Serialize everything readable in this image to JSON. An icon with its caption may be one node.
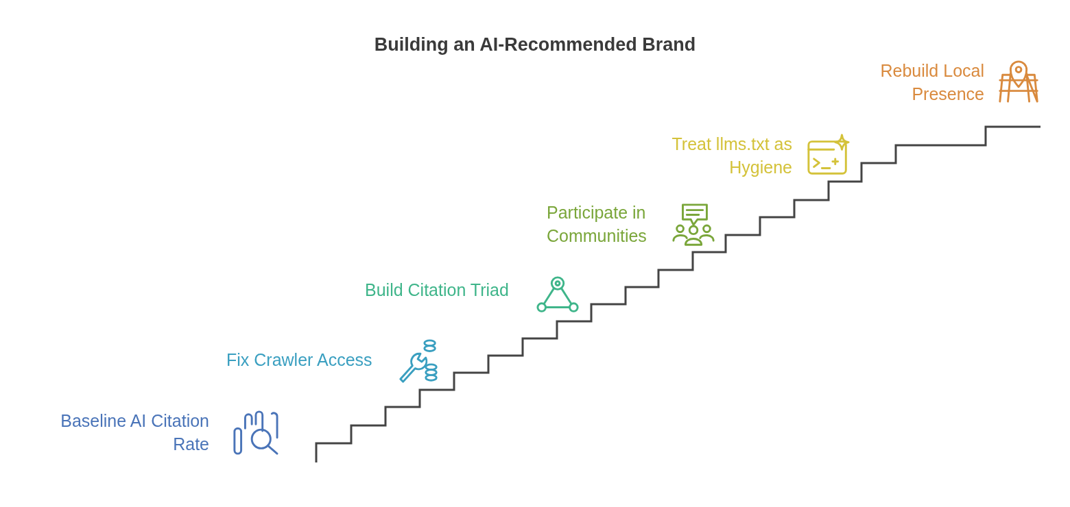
{
  "diagram": {
    "title": "Building an AI-Recommended Brand",
    "labels": [
      "Rebuild Local Presence",
      "Treat llms.txt as Hygiene",
      "Participate in Communities",
      "Build Citation Triad",
      "Fix Crawler Access",
      "Baseline AI Citation Rate"
    ]
  }
}
